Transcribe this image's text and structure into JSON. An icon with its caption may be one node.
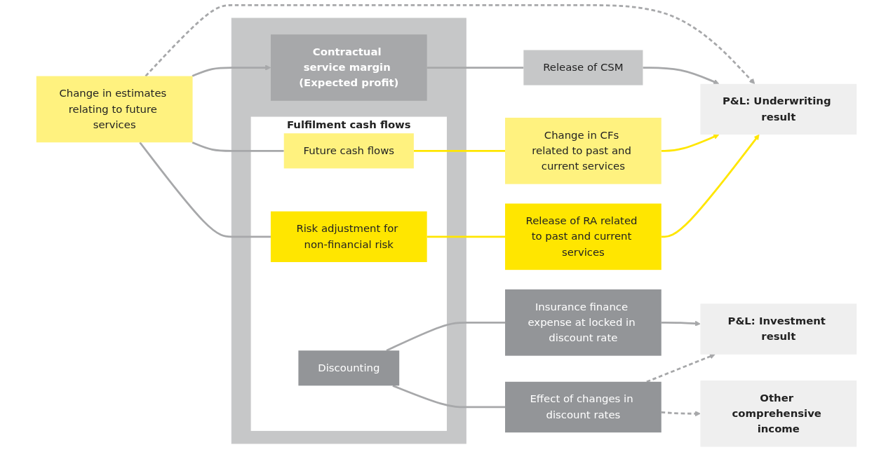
{
  "diagram": {
    "nodes": [
      {
        "text": [],
        "shape": "box"
      },
      {
        "text": [
          "Contractual service margin (Expected profit)"
        ],
        "in": 0
      },
      {
        "text": [
          "Fulfilment cash flows"
        ],
        "in": 0
      },
      {
        "text": [
          "Future cash flows"
        ],
        "in": 2
      },
      {
        "text": [
          "Risk adjustment for non-financial risk"
        ],
        "in": 2
      },
      {
        "text": [
          "Discounting"
        ],
        "in": 2
      },
      {
        "text": [
          "Change in estimates relating to future services"
        ]
      },
      {
        "text": [
          "Release of CSM"
        ]
      },
      {
        "text": [
          "Change in CFs related to past and current services"
        ]
      },
      {
        "text": [
          "Release of RA related to past and current services"
        ]
      },
      {
        "text": [
          "Insurance finance expense at locked in discount rate"
        ]
      },
      {
        "text": [
          "Effect of changes in discount rates"
        ]
      },
      {
        "text": [
          "P&L: Underwriting result"
        ]
      },
      {
        "text": [
          "P&L: Investment result"
        ]
      },
      {
        "text": [
          "Other comprehensive income"
        ]
      }
    ],
    "edges": [
      {
        "from": 6,
        "to": 1,
        "arrow": "to"
      },
      {
        "from": 6,
        "to": 12,
        "arrow": "to",
        "style": "dashed"
      },
      {
        "from": 6,
        "to": 3,
        "arrow": "none"
      },
      {
        "from": 6,
        "to": 4,
        "arrow": "none"
      },
      {
        "from": 1,
        "to": 7,
        "arrow": "none"
      },
      {
        "from": 7,
        "to": 12,
        "arrow": "to"
      },
      {
        "from": 3,
        "to": 8,
        "arrow": "none",
        "color": "#ffe600"
      },
      {
        "from": 8,
        "to": 12,
        "arrow": "to",
        "color": "#ffe600"
      },
      {
        "from": 4,
        "to": 9,
        "arrow": "none",
        "color": "#ffe600"
      },
      {
        "from": 9,
        "to": 12,
        "arrow": "to",
        "color": "#ffe600"
      },
      {
        "from": 5,
        "to": 10,
        "arrow": "none"
      },
      {
        "from": 5,
        "to": 11,
        "arrow": "none"
      },
      {
        "from": 10,
        "to": 13,
        "arrow": "to"
      },
      {
        "from": 11,
        "to": 14,
        "arrow": "to",
        "style": "dashed"
      },
      {
        "from": 11,
        "to": 13,
        "arrow": "to",
        "style": "dashed"
      }
    ]
  }
}
